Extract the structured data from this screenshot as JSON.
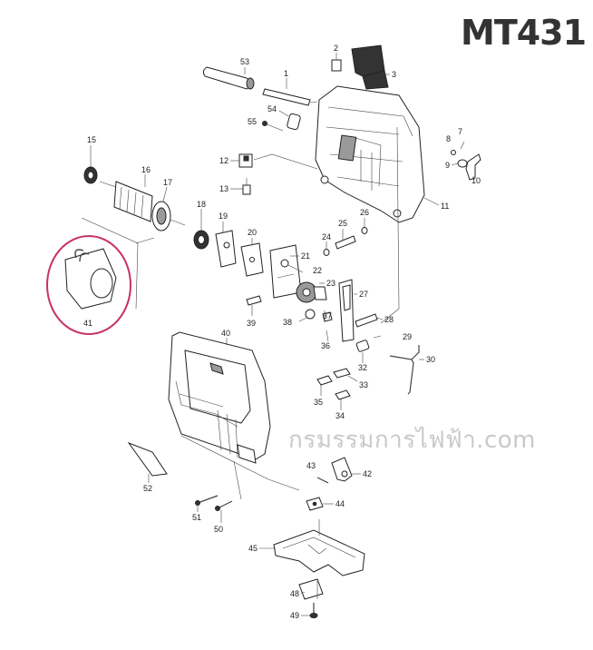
{
  "model": "MT431",
  "watermark": "กรมรรมการไฟฟ้า.com",
  "highlight_color": "#c8326a",
  "parts": {
    "p1": "1",
    "p2": "2",
    "p3": "3",
    "p7": "7",
    "p8": "8",
    "p9": "9",
    "p10": "10",
    "p11": "11",
    "p12": "12",
    "p13": "13",
    "p15": "15",
    "p16": "16",
    "p17": "17",
    "p18": "18",
    "p19": "19",
    "p20": "20",
    "p21": "21",
    "p22": "22",
    "p23": "23",
    "p24": "24",
    "p25": "25",
    "p26": "26",
    "p27": "27",
    "p28": "28",
    "p29": "29",
    "p30": "30",
    "p32": "32",
    "p33": "33",
    "p34": "34",
    "p35": "35",
    "p36": "36",
    "p37": "37",
    "p38": "38",
    "p39": "39",
    "p40": "40",
    "p41": "41",
    "p42": "42",
    "p43": "43",
    "p44": "44",
    "p45": "45",
    "p48": "48",
    "p49": "49",
    "p50": "50",
    "p51": "51",
    "p52": "52",
    "p53": "53",
    "p54": "54",
    "p55": "55"
  }
}
